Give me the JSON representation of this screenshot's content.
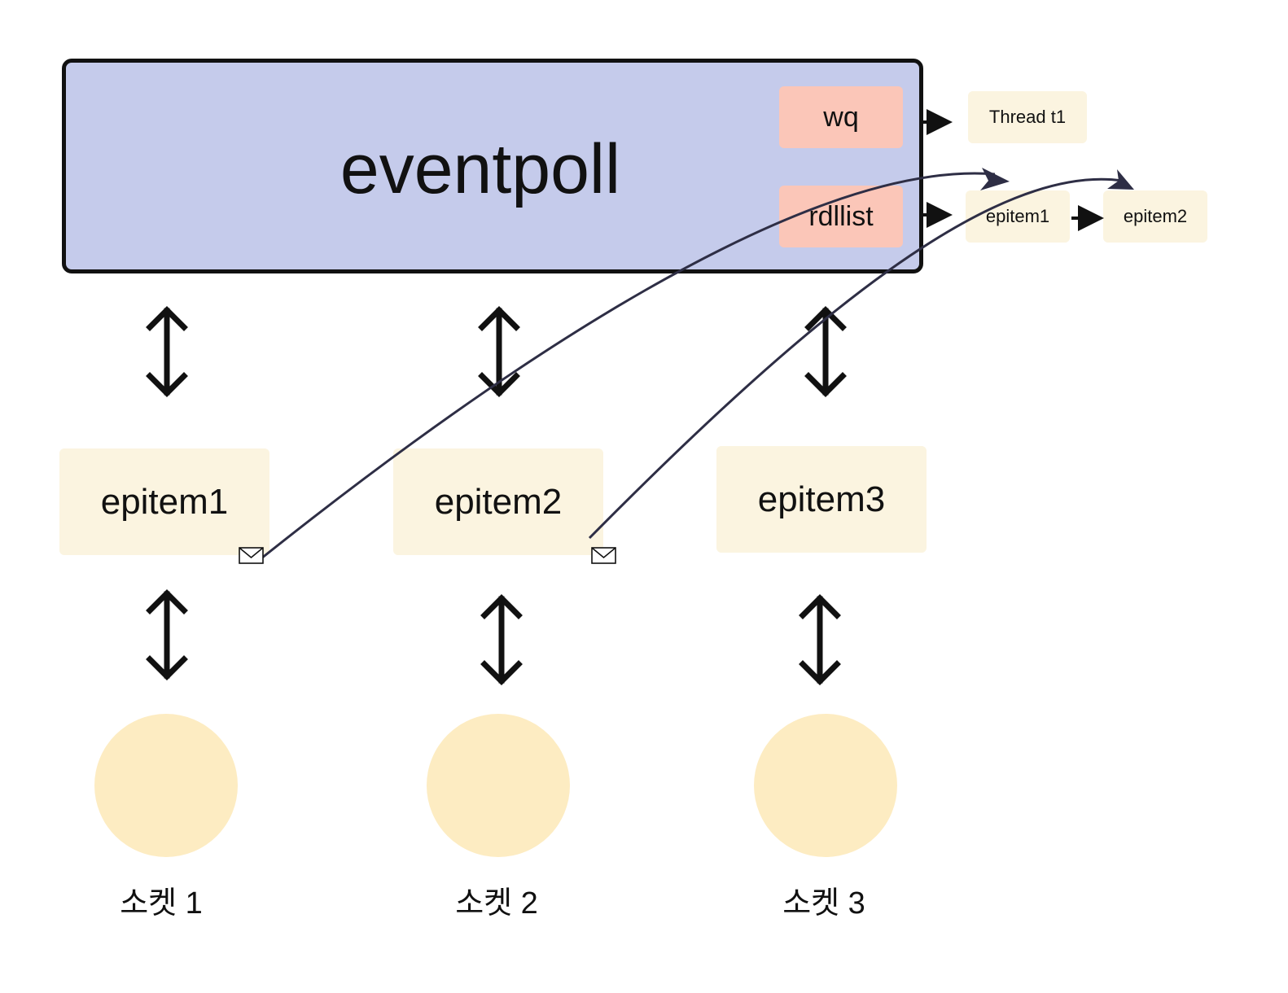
{
  "eventpoll": {
    "title": "eventpoll",
    "wq": "wq",
    "rdllist": "rdllist"
  },
  "wq_target": "Thread t1",
  "ready_list": [
    "epitem1",
    "epitem2"
  ],
  "epitems": [
    "epitem1",
    "epitem2",
    "epitem3"
  ],
  "sockets": [
    "소켓 1",
    "소켓 2",
    "소켓 3"
  ],
  "colors": {
    "eventpoll_fill": "#c5cbeb",
    "tag_fill": "#fbc6b8",
    "item_fill": "#fbf4e0",
    "socket_fill": "#fdecc2",
    "curve_stroke": "#2e2e45"
  },
  "icons": {
    "notify": "envelope-icon",
    "link": "double-arrow-icon"
  }
}
